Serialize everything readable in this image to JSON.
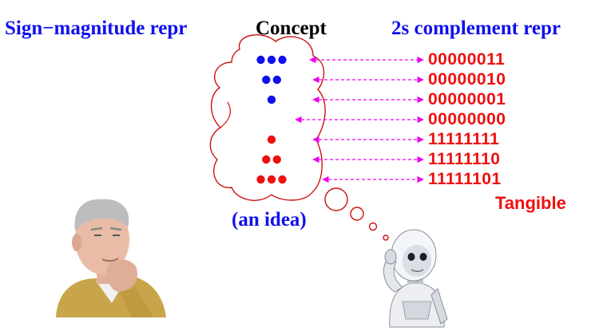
{
  "headings": {
    "left": "Sign−magnitude repr",
    "center": "Concept",
    "right": "2s complement repr"
  },
  "rows": [
    {
      "bits": "00000011",
      "dots": 3,
      "color": "blue"
    },
    {
      "bits": "00000010",
      "dots": 2,
      "color": "blue"
    },
    {
      "bits": "00000001",
      "dots": 1,
      "color": "blue"
    },
    {
      "bits": "00000000",
      "dots": 0,
      "color": "none"
    },
    {
      "bits": "11111111",
      "dots": 1,
      "color": "red"
    },
    {
      "bits": "11111110",
      "dots": 2,
      "color": "red"
    },
    {
      "bits": "11111101",
      "dots": 3,
      "color": "red"
    }
  ],
  "labels": {
    "tangible": "Tangible",
    "idea": "(an idea)"
  },
  "colors": {
    "blue": "#1010ee",
    "red": "#ee1010",
    "arrow": "#ee00ee",
    "cloud": "#cc1111"
  }
}
